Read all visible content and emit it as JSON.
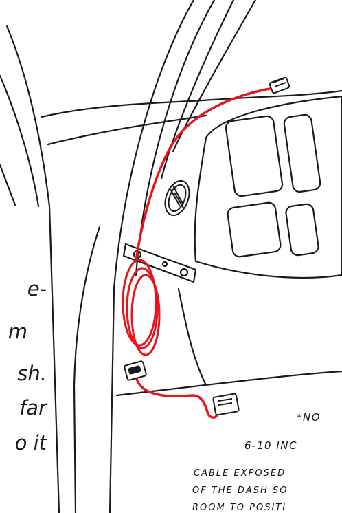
{
  "instructions_fragment": {
    "lines": [
      "e-",
      "m",
      "sh.",
      "far",
      "o it"
    ]
  },
  "note_fragment": {
    "lines": [
      "*NO",
      "6-10 INC",
      "CABLE EXPOSED",
      "OF THE DASH SO",
      "ROOM TO POSITI"
    ]
  },
  "colors": {
    "cable": "#e8131b",
    "outline": "#1a1a1a",
    "background": "#ffffff"
  },
  "icons": [
    "connector-plug-icon",
    "obd-port-icon",
    "cable-coil-icon",
    "air-vent-icon"
  ]
}
